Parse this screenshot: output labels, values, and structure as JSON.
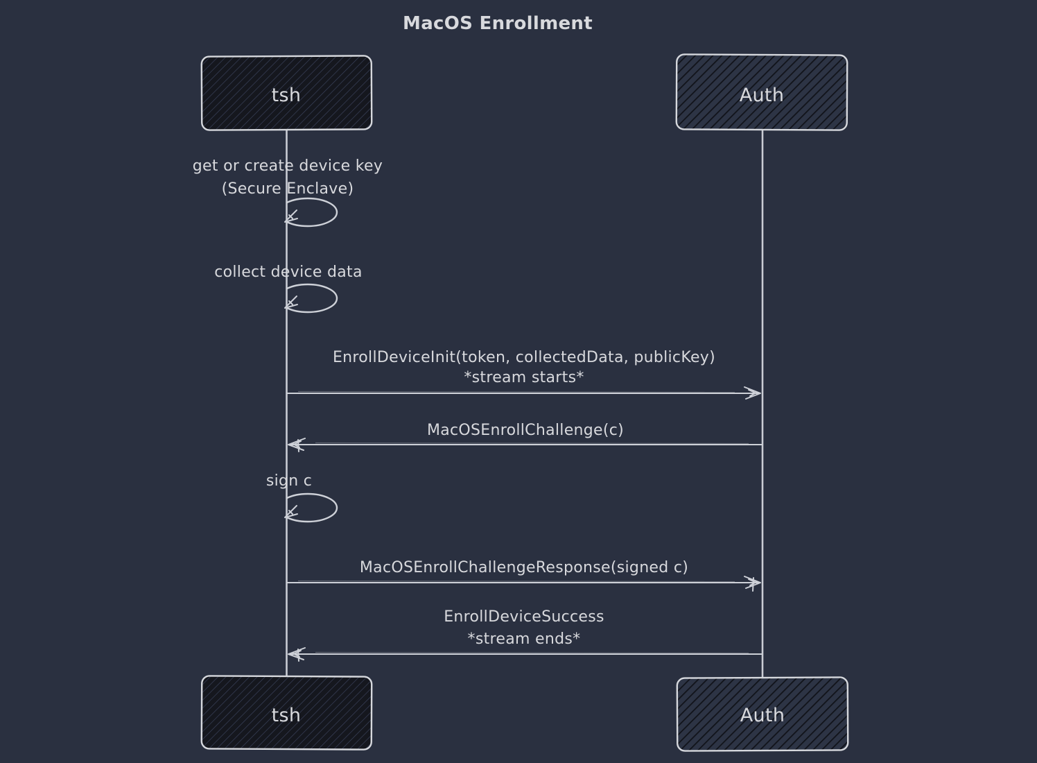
{
  "title": "MacOS Enrollment",
  "actors": [
    {
      "name": "tsh"
    },
    {
      "name": "Auth"
    }
  ],
  "self_actions": [
    {
      "actor": "tsh",
      "lines": [
        "get or create device key",
        "(Secure Enclave)"
      ]
    },
    {
      "actor": "tsh",
      "lines": [
        "collect device data"
      ]
    },
    {
      "actor": "tsh",
      "lines": [
        "sign c"
      ]
    }
  ],
  "messages": [
    {
      "from": "tsh",
      "to": "Auth",
      "direction": "right",
      "lines": [
        "EnrollDeviceInit(token, collectedData, publicKey)",
        "*stream starts*"
      ]
    },
    {
      "from": "Auth",
      "to": "tsh",
      "direction": "left",
      "lines": [
        "MacOSEnrollChallenge(c)"
      ]
    },
    {
      "from": "tsh",
      "to": "Auth",
      "direction": "right",
      "lines": [
        "MacOSEnrollChallengeResponse(signed c)"
      ]
    },
    {
      "from": "Auth",
      "to": "tsh",
      "direction": "left",
      "lines": [
        "EnrollDeviceSuccess",
        "*stream ends*"
      ]
    }
  ],
  "colors": {
    "background": "#2a3040",
    "tsh_box_fill": "#15171e",
    "tsh_box_hatch": "#39415a",
    "auth_box_fill": "#2d3445",
    "auth_box_hatch": "#11131a",
    "box_border": "#d6d8dd",
    "line": "#ced1d8",
    "text": "#d8d9dd"
  }
}
